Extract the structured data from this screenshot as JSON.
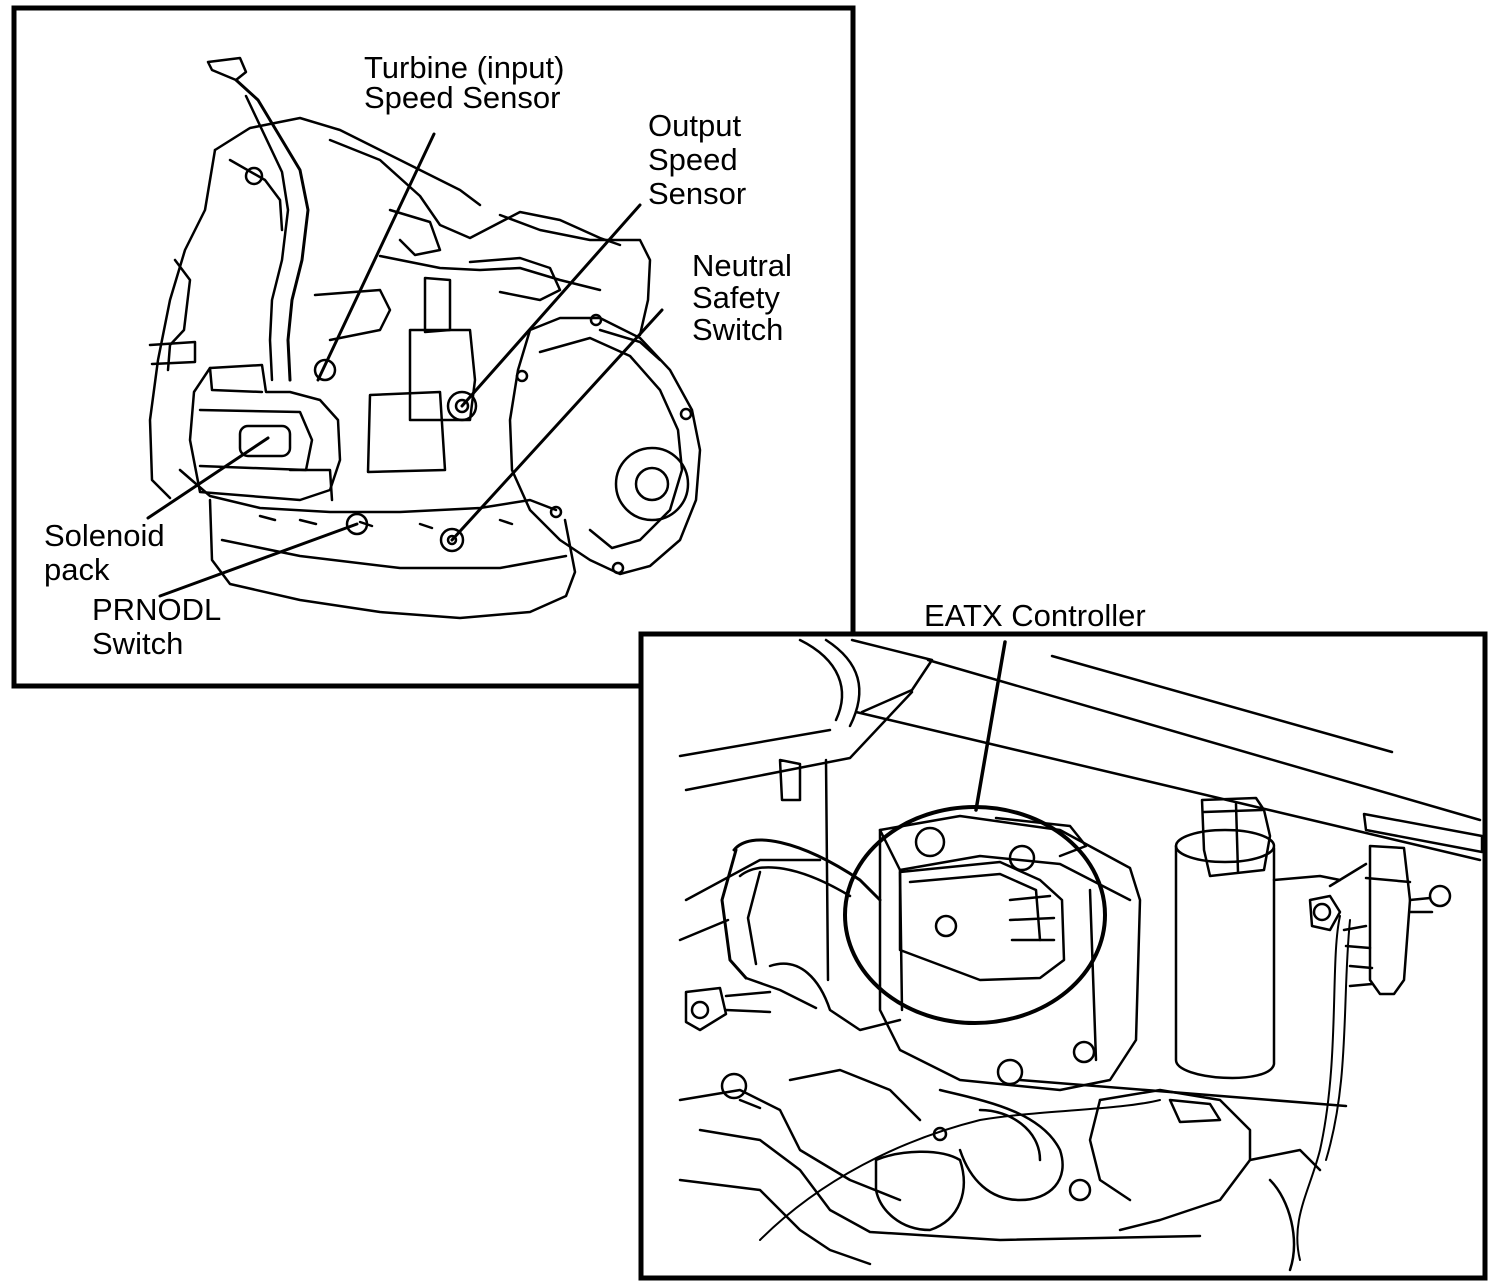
{
  "top_panel": {
    "labels": {
      "turbine": [
        "Turbine (input)",
        "Speed Sensor"
      ],
      "output": [
        "Output",
        "Speed",
        "Sensor"
      ],
      "neutral": [
        "Neutral",
        "Safety",
        "Switch"
      ],
      "solenoid": [
        "Solenoid",
        "pack"
      ],
      "prnodl": [
        "PRNODL",
        "Switch"
      ]
    }
  },
  "bottom_panel": {
    "labels": {
      "eatx": "EATX Controller"
    }
  }
}
